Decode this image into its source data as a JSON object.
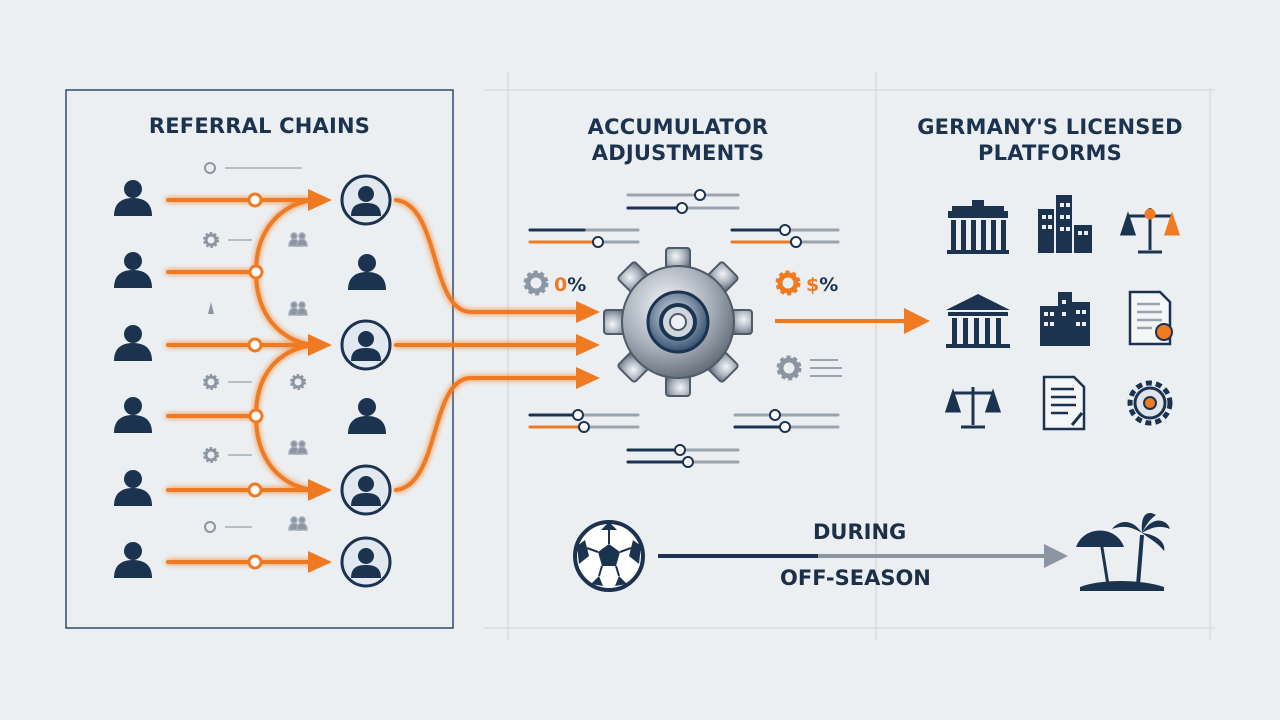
{
  "colors": {
    "background": "#eceff2",
    "navy": "#1c3350",
    "accent_orange": "#ef7a22",
    "steel": "#8c96a3",
    "frame": "#2f4a6a"
  },
  "panels": {
    "referral": {
      "title": "REFERRAL CHAINS"
    },
    "accumulator": {
      "title_lines": [
        "ACCUMULATOR",
        "ADJUSTMENTS"
      ]
    },
    "platforms": {
      "title_lines": [
        "GERMANY'S LICENSED",
        "PLATFORMS"
      ]
    }
  },
  "gear_labels": {
    "left": "0%",
    "right": "$%"
  },
  "season": {
    "top": "DURING",
    "bottom": "OFF-SEASON"
  },
  "referral_icons": {
    "sources": 6,
    "targets": [
      "highlighted-person-icon",
      "person-icon",
      "highlighted-person-icon",
      "person-icon",
      "highlighted-person-icon",
      "highlighted-person-icon"
    ]
  },
  "platform_icons": [
    "brandenburg-gate-icon",
    "office-buildings-icon",
    "scales-of-justice-icon",
    "government-building-icon",
    "office-buildings-icon",
    "license-document-icon",
    "scales-of-justice-icon",
    "document-icon",
    "settings-gear-icon"
  ],
  "season_icons": [
    "soccer-ball-icon",
    "beach-umbrella-palm-icon"
  ]
}
